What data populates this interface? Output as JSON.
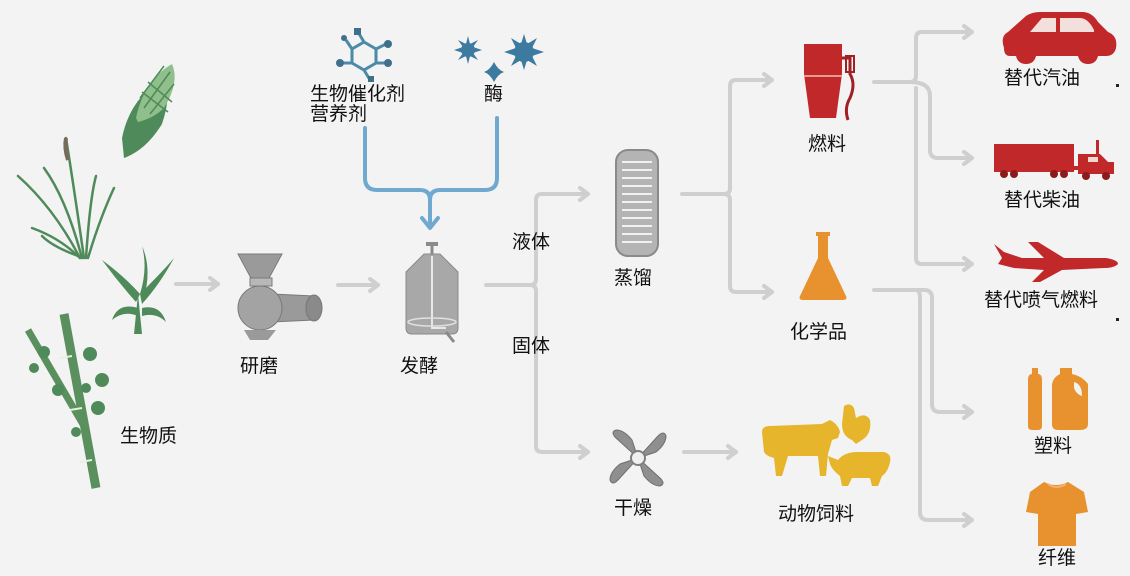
{
  "title": "生物质转化流程图",
  "colors": {
    "background": "#f3f3f3",
    "arrow_gray": "#cfcfcf",
    "arrow_blue": "#6fa9cf",
    "plant_green": "#4f8a5a",
    "machine_gray": "#9a9a9a",
    "fuel_red": "#c0282a",
    "chem_orange": "#e8912f",
    "feed_yellow": "#e6b52b"
  },
  "nodes": {
    "biomass": {
      "label": "生物质",
      "icon": "plants-icon"
    },
    "grinding": {
      "label": "研磨",
      "icon": "grinder-icon"
    },
    "catalyst": {
      "label_line1": "生物催化剂",
      "label_line2": "营养剂",
      "icon": "molecule-icon"
    },
    "enzyme": {
      "label": "酶",
      "icon": "enzyme-icon"
    },
    "fermentation": {
      "label": "发酵",
      "icon": "fermenter-tank-icon"
    },
    "liquid": {
      "label": "液体"
    },
    "solid": {
      "label": "固体"
    },
    "distillation": {
      "label": "蒸馏",
      "icon": "distillation-column-icon"
    },
    "drying": {
      "label": "干燥",
      "icon": "fan-icon"
    },
    "fuel": {
      "label": "燃料",
      "icon": "fuel-pump-icon"
    },
    "chemicals": {
      "label": "化学品",
      "icon": "flask-icon"
    },
    "animal_feed": {
      "label": "动物饲料",
      "icon": "livestock-icon"
    },
    "gasoline": {
      "label": "替代汽油",
      "icon": "car-icon"
    },
    "diesel": {
      "label": "替代柴油",
      "icon": "truck-icon"
    },
    "jet_fuel": {
      "label": "替代喷气燃料",
      "icon": "airplane-icon"
    },
    "plastics": {
      "label": "塑料",
      "icon": "plastic-bottles-icon"
    },
    "fiber": {
      "label": "纤维",
      "icon": "tshirt-icon"
    }
  },
  "flows": [
    [
      "生物质",
      "研磨"
    ],
    [
      "研磨",
      "发酵"
    ],
    [
      "生物催化剂/营养剂",
      "发酵"
    ],
    [
      "酶",
      "发酵"
    ],
    [
      "发酵",
      "蒸馏",
      "液体"
    ],
    [
      "发酵",
      "干燥",
      "固体"
    ],
    [
      "蒸馏",
      "燃料"
    ],
    [
      "蒸馏",
      "化学品"
    ],
    [
      "干燥",
      "动物饲料"
    ],
    [
      "燃料",
      "替代汽油"
    ],
    [
      "燃料",
      "替代柴油"
    ],
    [
      "燃料",
      "替代喷气燃料"
    ],
    [
      "化学品",
      "塑料"
    ],
    [
      "化学品",
      "纤维"
    ]
  ]
}
